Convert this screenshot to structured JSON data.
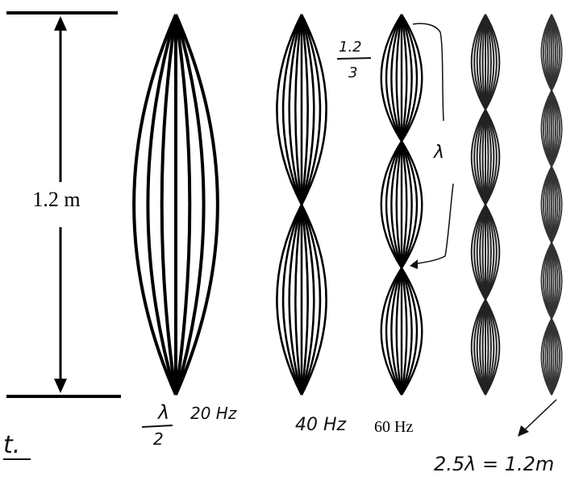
{
  "length_label": "1.2 m",
  "modes": [
    {
      "name": "fundamental",
      "loops": 1,
      "loop_count_lines": 7,
      "color": "#000000"
    },
    {
      "name": "second-harmonic",
      "loops": 2,
      "loop_count_lines": 9,
      "color": "#000000"
    },
    {
      "name": "third-harmonic",
      "loops": 3,
      "loop_count_lines": 9,
      "color": "#000000"
    },
    {
      "name": "fourth-harmonic",
      "loops": 4,
      "loop_count_lines": 11,
      "color": "#222222"
    },
    {
      "name": "fifth-harmonic",
      "loops": 5,
      "loop_count_lines": 11,
      "color": "#333333"
    }
  ],
  "labels": {
    "printed_60hz": "60 Hz",
    "hand_20hz": "20 Hz",
    "hand_40hz": "40 Hz",
    "hand_lambda": "λ",
    "hand_two": "2",
    "hand_fraction_num": "1.2",
    "hand_fraction_den": "3",
    "hand_lambda_bracket": "λ",
    "hand_equation": "2.5λ = 1.2m",
    "hand_corner": "t."
  }
}
